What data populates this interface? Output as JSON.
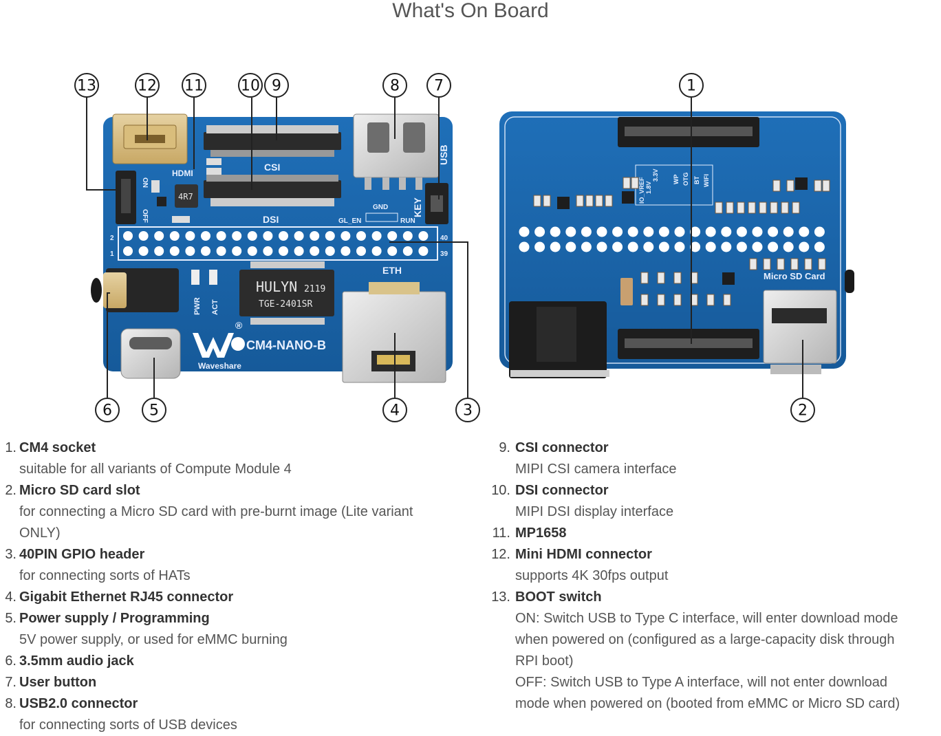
{
  "title": "What's On Board",
  "board_front": {
    "silkscreen": {
      "csi": "CSI",
      "dsi": "DSI",
      "hdmi": "HDMI",
      "usb": "USB",
      "key": "KEY",
      "gnd": "GND",
      "gl_en": "GL_EN",
      "run": "RUN",
      "eth": "ETH",
      "on": "ON",
      "off": "OFF",
      "pwr": "PWR",
      "act": "ACT",
      "pin2": "2",
      "pin1": "1",
      "pin40": "40",
      "pin39": "39",
      "inductor": "4R7",
      "chip_line1": "HULYN",
      "chip_line1b": "2119",
      "chip_line2": "TGE-2401SR",
      "model": "CM4-NANO-B",
      "brand": "Waveshare",
      "registered": "®"
    }
  },
  "board_back": {
    "silkscreen": {
      "micro_sd": "Micro SD Card",
      "io_vref": "IO_VREF",
      "v18": "1.8V",
      "v33": "3.3V",
      "wp": "WP",
      "otg": "OTG",
      "bt": "BT",
      "wifi": "WIFI"
    }
  },
  "callouts": [
    "1",
    "2",
    "3",
    "4",
    "5",
    "6",
    "7",
    "8",
    "9",
    "10",
    "11",
    "12",
    "13"
  ],
  "left_items": [
    {
      "num": "1.",
      "title": "CM4 socket",
      "desc": [
        "suitable for all variants of Compute Module 4"
      ]
    },
    {
      "num": "2.",
      "title": "Micro SD card slot",
      "desc": [
        "for connecting a Micro SD card with pre-burnt image (Lite variant",
        "ONLY)"
      ]
    },
    {
      "num": "3.",
      "title": "40PIN GPIO header",
      "desc": [
        "for connecting sorts of HATs"
      ]
    },
    {
      "num": "4.",
      "title": "Gigabit Ethernet RJ45 connector",
      "desc": []
    },
    {
      "num": "5.",
      "title": "Power supply / Programming",
      "desc": [
        "5V power supply, or used for eMMC burning"
      ]
    },
    {
      "num": "6.",
      "title": "3.5mm audio jack",
      "desc": []
    },
    {
      "num": "7.",
      "title": "User button",
      "desc": []
    },
    {
      "num": "8.",
      "title": "USB2.0 connector",
      "desc": [
        "for connecting sorts of USB devices"
      ]
    }
  ],
  "right_items": [
    {
      "num": "9.",
      "title": "CSI connector",
      "desc": [
        "MIPI CSI camera interface"
      ]
    },
    {
      "num": "10.",
      "title": "DSI connector",
      "desc": [
        "MIPI DSI display interface"
      ]
    },
    {
      "num": "11.",
      "title": "MP1658",
      "desc": []
    },
    {
      "num": "12.",
      "title": "Mini HDMI connector",
      "desc": [
        "supports 4K 30fps output"
      ]
    },
    {
      "num": "13.",
      "title": "BOOT switch",
      "desc": [
        "ON: Switch USB to Type C interface, will enter download mode",
        "when powered on (configured as a large-capacity disk through",
        "RPI boot)",
        "OFF: Switch USB to Type A interface, will not enter download",
        "mode when powered on (booted from eMMC or Micro SD card)"
      ]
    }
  ]
}
